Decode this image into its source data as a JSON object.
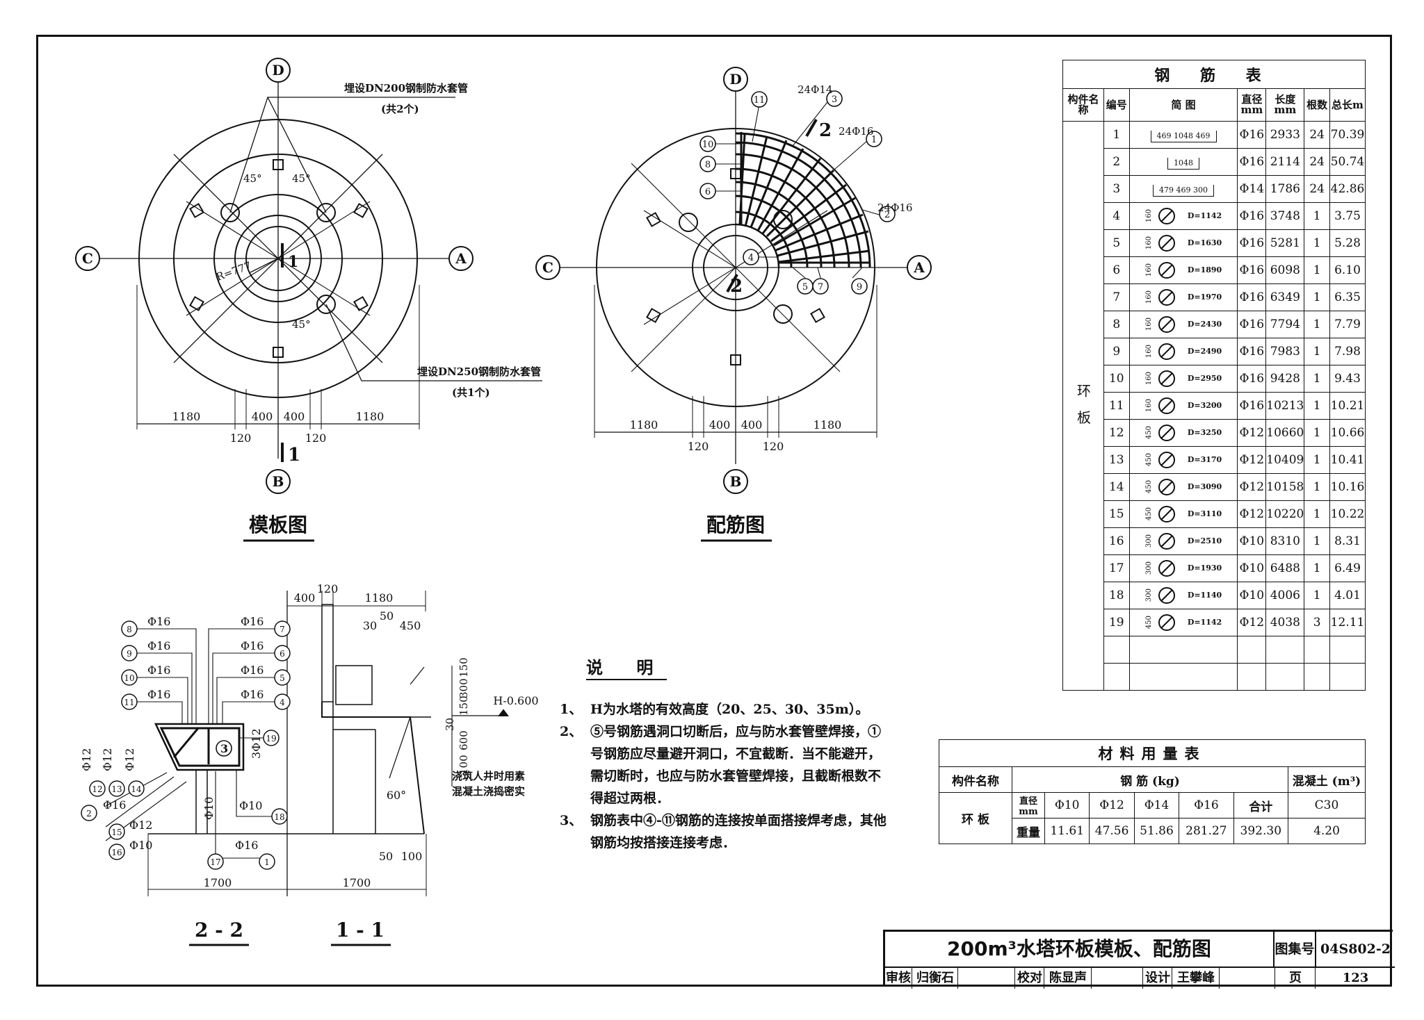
{
  "plan_views": {
    "formwork_title": "模板图",
    "rebar_title": "配筋图",
    "axis": {
      "D": "D",
      "C": "C",
      "A": "A",
      "B": "B"
    },
    "formwork": {
      "pipe_note_1": "埋设DN200钢制防水套管",
      "pipe_note_1_count": "(共2个)",
      "pipe_note_2": "埋设DN250钢制防水套管",
      "pipe_note_2_count": "(共1个)",
      "angle": "45°",
      "radius": "R=777",
      "section_mark": "1",
      "dims": [
        "1180",
        "400",
        "400",
        "1180"
      ],
      "dims_small": [
        "120",
        "120"
      ]
    },
    "rebar": {
      "label_24phi14": "24Φ14",
      "label_24phi16a": "24Φ16",
      "label_24phi16b": "24Φ16",
      "section_mark": "2",
      "callouts": [
        "11",
        "3",
        "1",
        "10",
        "8",
        "6",
        "2",
        "4",
        "5",
        "7",
        "9"
      ],
      "dims": [
        "1180",
        "400",
        "400",
        "1180"
      ],
      "dims_small": [
        "120",
        "120"
      ]
    }
  },
  "sections": {
    "title_22": "2 - 2",
    "title_11": "1 - 1",
    "labels_left": [
      {
        "no": "8",
        "bar": "Φ16"
      },
      {
        "no": "9",
        "bar": "Φ16"
      },
      {
        "no": "10",
        "bar": "Φ16"
      },
      {
        "no": "11",
        "bar": "Φ16"
      }
    ],
    "labels_right": [
      {
        "no": "7",
        "bar": "Φ16"
      },
      {
        "no": "6",
        "bar": "Φ16"
      },
      {
        "no": "5",
        "bar": "Φ16"
      },
      {
        "no": "4",
        "bar": "Φ16"
      }
    ],
    "label_19": "3Φ12",
    "label_19_no": "19",
    "label_3": "3",
    "vert_labels": [
      "Φ12",
      "Φ12",
      "Φ12"
    ],
    "vert_nos": [
      "12",
      "13",
      "14"
    ],
    "bottom_labels": [
      {
        "no": "2",
        "bar": "Φ16"
      },
      {
        "no": "15",
        "bar": "Φ12"
      },
      {
        "no": "16",
        "bar": "Φ10"
      },
      {
        "no": "17",
        "bar": "Φ16"
      }
    ],
    "label_18": "Φ10",
    "label_18_no": "18",
    "label_phi10_vert": "Φ10",
    "label_1_no": "1",
    "top_dims": [
      "400",
      "120",
      "1180"
    ],
    "top_small": [
      "30",
      "50",
      "450"
    ],
    "elev": "H-0.600",
    "right_dims": [
      "150",
      "300",
      "150",
      "600",
      "100",
      "30"
    ],
    "angle": "60°",
    "note_line1": "浇筑人井时用素",
    "note_line2": "混凝土浇捣密实",
    "bottom_dims": [
      "1700",
      "1700"
    ],
    "bottom_small": [
      "50",
      "100"
    ]
  },
  "notes": {
    "heading": "说 明",
    "items": [
      {
        "k": "1、",
        "text": "H为水塔的有效高度（20、25、30、35m）。"
      },
      {
        "k": "2、",
        "text": "⑤号钢筋遇洞口切断后，应与防水套管壁焊接，①号钢筋应尽量避开洞口，不宜截断．当不能避开，需切断时，也应与防水套管壁焊接，且截断根数不得超过两根．"
      },
      {
        "k": "3、",
        "text": "钢筋表中④-⑪钢筋的连接按单面搭接焊考虑，其他钢筋均按搭接连接考虑．"
      }
    ]
  },
  "rebar_table": {
    "caption": "钢 筋 表",
    "headers": [
      "构件名称",
      "编号",
      "简 图",
      "直径mm",
      "长度mm",
      "根数",
      "总长m"
    ],
    "member": "环 板",
    "rows": [
      {
        "no": "1",
        "sketch": "469 1048 469",
        "d": "Φ16",
        "len": "2933",
        "n": "24",
        "tot": "70.39"
      },
      {
        "no": "2",
        "sketch": "1048",
        "d": "Φ16",
        "len": "2114",
        "n": "24",
        "tot": "50.74"
      },
      {
        "no": "3",
        "sketch": "479 469 300",
        "d": "Φ14",
        "len": "1786",
        "n": "24",
        "tot": "42.86"
      },
      {
        "no": "4",
        "sketch": "D=1142",
        "lap": "160",
        "d": "Φ16",
        "len": "3748",
        "n": "1",
        "tot": "3.75"
      },
      {
        "no": "5",
        "sketch": "D=1630",
        "lap": "160",
        "d": "Φ16",
        "len": "5281",
        "n": "1",
        "tot": "5.28"
      },
      {
        "no": "6",
        "sketch": "D=1890",
        "lap": "160",
        "d": "Φ16",
        "len": "6098",
        "n": "1",
        "tot": "6.10"
      },
      {
        "no": "7",
        "sketch": "D=1970",
        "lap": "160",
        "d": "Φ16",
        "len": "6349",
        "n": "1",
        "tot": "6.35"
      },
      {
        "no": "8",
        "sketch": "D=2430",
        "lap": "160",
        "d": "Φ16",
        "len": "7794",
        "n": "1",
        "tot": "7.79"
      },
      {
        "no": "9",
        "sketch": "D=2490",
        "lap": "160",
        "d": "Φ16",
        "len": "7983",
        "n": "1",
        "tot": "7.98"
      },
      {
        "no": "10",
        "sketch": "D=2950",
        "lap": "160",
        "d": "Φ16",
        "len": "9428",
        "n": "1",
        "tot": "9.43"
      },
      {
        "no": "11",
        "sketch": "D=3200",
        "lap": "160",
        "d": "Φ16",
        "len": "10213",
        "n": "1",
        "tot": "10.21"
      },
      {
        "no": "12",
        "sketch": "D=3250",
        "lap": "450",
        "d": "Φ12",
        "len": "10660",
        "n": "1",
        "tot": "10.66"
      },
      {
        "no": "13",
        "sketch": "D=3170",
        "lap": "450",
        "d": "Φ12",
        "len": "10409",
        "n": "1",
        "tot": "10.41"
      },
      {
        "no": "14",
        "sketch": "D=3090",
        "lap": "450",
        "d": "Φ12",
        "len": "10158",
        "n": "1",
        "tot": "10.16"
      },
      {
        "no": "15",
        "sketch": "D=3110",
        "lap": "450",
        "d": "Φ12",
        "len": "10220",
        "n": "1",
        "tot": "10.22"
      },
      {
        "no": "16",
        "sketch": "D=2510",
        "lap": "300",
        "d": "Φ10",
        "len": "8310",
        "n": "1",
        "tot": "8.31"
      },
      {
        "no": "17",
        "sketch": "D=1930",
        "lap": "300",
        "d": "Φ10",
        "len": "6488",
        "n": "1",
        "tot": "6.49"
      },
      {
        "no": "18",
        "sketch": "D=1140",
        "lap": "300",
        "d": "Φ10",
        "len": "4006",
        "n": "1",
        "tot": "4.01"
      },
      {
        "no": "19",
        "sketch": "D=1142",
        "lap": "450",
        "d": "Φ12",
        "len": "4038",
        "n": "3",
        "tot": "12.11"
      }
    ]
  },
  "material_table": {
    "caption": "材料用量表",
    "h_member": "构件名称",
    "h_steel": "钢 筋 (kg)",
    "h_concrete": "混凝土 (m³)",
    "member": "环 板",
    "r1_label": "直径mm",
    "diam": [
      "Φ10",
      "Φ12",
      "Φ14",
      "Φ16"
    ],
    "total_label": "合计",
    "grade": "C30",
    "r2_label": "重量",
    "weights": [
      "11.61",
      "47.56",
      "51.86",
      "281.27"
    ],
    "total": "392.30",
    "volume": "4.20"
  },
  "title_block": {
    "title": "200m³水塔环板模板、配筋图",
    "atlas_label": "图集号",
    "atlas_no": "04S802-2",
    "review_label": "审核",
    "reviewer": "归衡石",
    "check_label": "校对",
    "checker": "陈显声",
    "design_label": "设计",
    "designer": "王攀峰",
    "page_label": "页",
    "page_no": "123"
  }
}
